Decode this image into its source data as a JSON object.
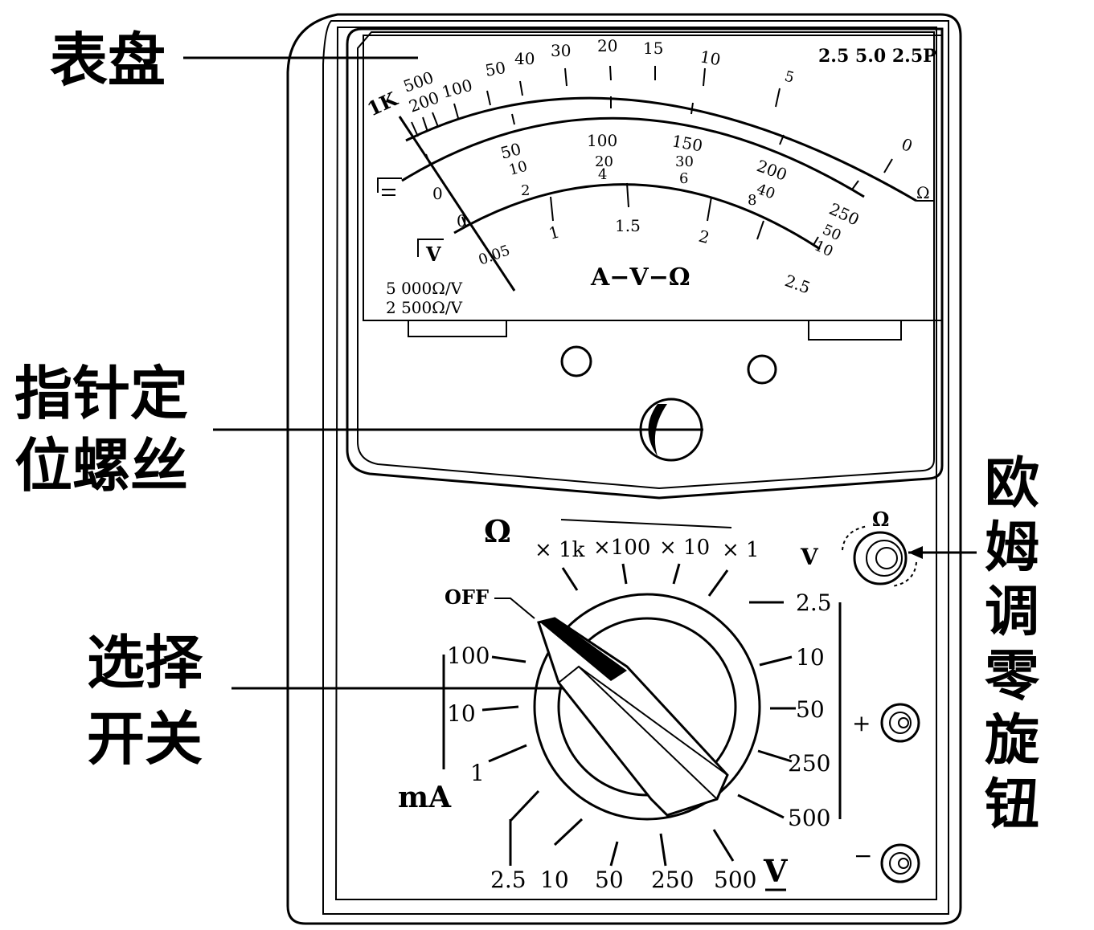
{
  "labels": {
    "dial": "表盘",
    "pointer_screw_1": "指针定",
    "pointer_screw_2": "位螺丝",
    "selector_1": "选择",
    "selector_2": "开关",
    "ohm_knob": [
      "欧",
      "姆",
      "调",
      "零",
      "旋",
      "钮"
    ]
  },
  "scale": {
    "ohm_ticks": [
      "1K",
      "500",
      "200",
      "100",
      "50",
      "40",
      "30",
      "20",
      "15",
      "10",
      "5",
      "0"
    ],
    "ohm_unit": "Ω",
    "top_right": "2.5 5.0 2.5P",
    "dc_ticks": [
      "0",
      "50",
      "100",
      "150",
      "200",
      "250"
    ],
    "dc_ticks_2": [
      "10",
      "20",
      "30",
      "40",
      "50"
    ],
    "dc_ticks_3": [
      "2",
      "4",
      "6",
      "8",
      "10"
    ],
    "ac_ticks": [
      "0",
      "0.05",
      "1",
      "1.5",
      "2",
      "2.5"
    ],
    "ac_unit": "V",
    "center_label": "A−V−Ω",
    "sensitivity_1": "5 000Ω/V",
    "sensitivity_2": "2 500Ω/V"
  },
  "selector": {
    "ohm_label": "Ω",
    "ohm_ranges": [
      "× 1k",
      "×100",
      "× 10",
      "× 1"
    ],
    "off": "OFF",
    "ma_ranges": [
      "100",
      "10",
      "1"
    ],
    "ma_unit": "mA",
    "dcv_ranges": [
      "2.5",
      "10",
      "50",
      "250",
      "500"
    ],
    "dcv_unit": "V",
    "acv_unit": "V",
    "acv_ranges": [
      "2.5",
      "10",
      "50",
      "250",
      "500"
    ],
    "knob_label": "Ω",
    "plus": "+",
    "minus": "−"
  }
}
